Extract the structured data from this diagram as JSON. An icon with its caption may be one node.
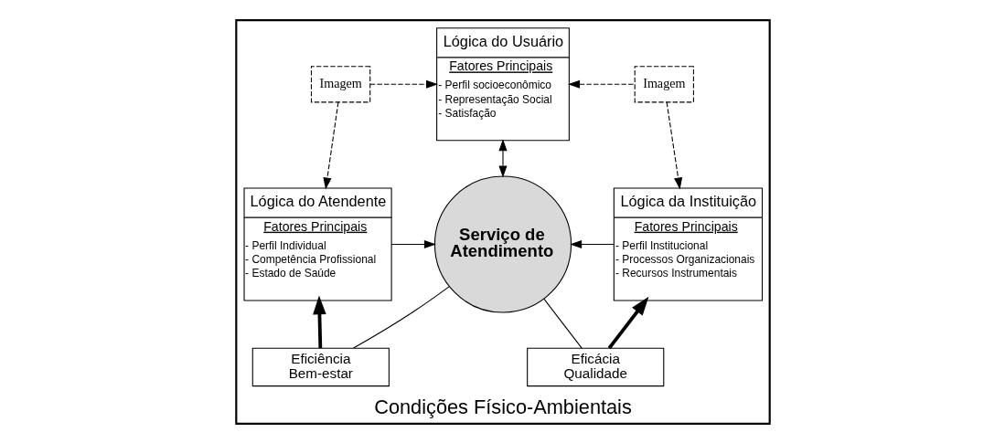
{
  "diagram": {
    "nodes": [
      {
        "text": [
          "Condições Físico-Ambientais"
        ]
      },
      {
        "text": [
          "Imagem"
        ],
        "in": 0
      },
      {
        "text": [
          "Lógica do Usuário",
          "Fatores Principais",
          "- Perfil socioeconômico",
          "- Representação Social",
          "- Satisfação"
        ],
        "in": 0
      },
      {
        "text": [
          "Imagem"
        ],
        "in": 0
      },
      {
        "text": [
          "Lógica do Atendente",
          "Fatores Principais",
          "- Perfil Individual",
          "- Competência Profissional",
          "- Estado de Saúde"
        ],
        "in": 0
      },
      {
        "text": [
          "Serviço de Atendimento"
        ],
        "in": 0
      },
      {
        "text": [
          "Lógica da Instituição",
          "Fatores Principais",
          "- Perfil Institucional",
          "- Processos Organizacionais",
          "- Recursos Instrumentais"
        ],
        "in": 0
      },
      {
        "text": [
          "Eficiência",
          "Bem-estar"
        ],
        "in": 0
      },
      {
        "text": [
          "Eficácia",
          "Qualidade"
        ],
        "in": 0
      }
    ],
    "edges": [
      {
        "from": 1,
        "to": 2,
        "arrow": "to",
        "style": "dashed"
      },
      {
        "from": 1,
        "to": 4,
        "arrow": "to",
        "style": "dashed"
      },
      {
        "from": 3,
        "to": 2,
        "arrow": "to",
        "style": "dashed"
      },
      {
        "from": 3,
        "to": 6,
        "arrow": "to",
        "style": "dashed"
      },
      {
        "from": 2,
        "to": 5,
        "arrow": "both"
      },
      {
        "from": 4,
        "to": 5,
        "arrow": "to"
      },
      {
        "from": 6,
        "to": 5,
        "arrow": "to"
      },
      {
        "from": 5,
        "to": 7,
        "arrow": "none"
      },
      {
        "from": 5,
        "to": 8,
        "arrow": "none"
      },
      {
        "from": 7,
        "to": 4,
        "arrow": "to",
        "style": "thick"
      },
      {
        "from": 8,
        "to": 6,
        "arrow": "to",
        "style": "thick"
      }
    ]
  }
}
